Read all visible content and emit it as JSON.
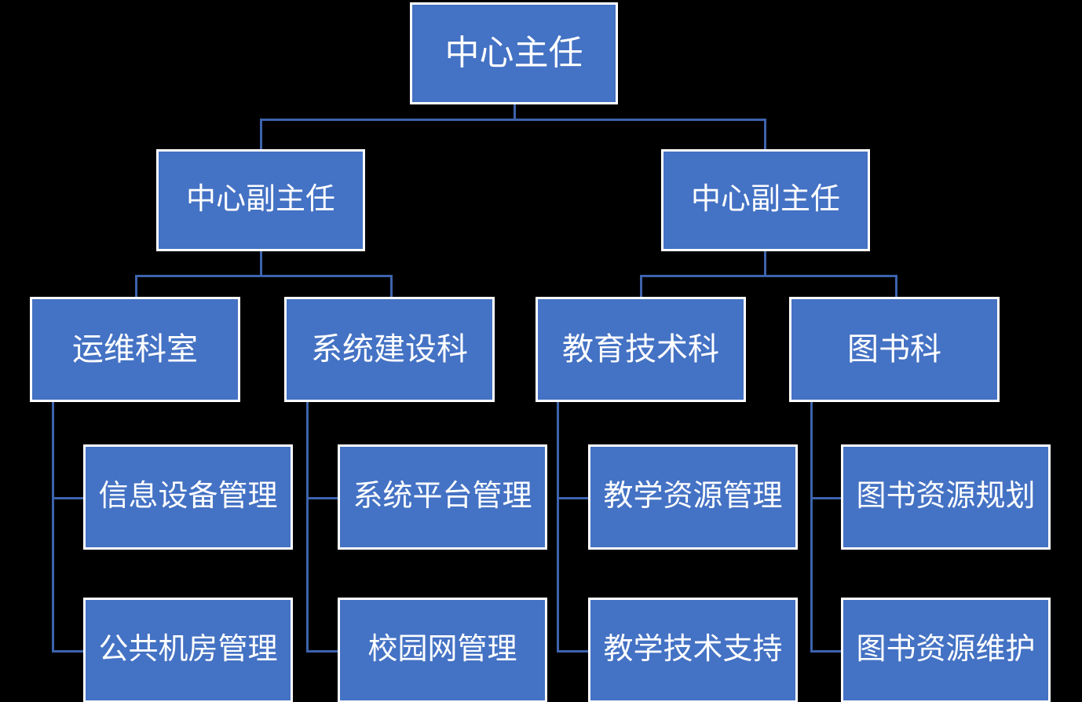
{
  "chart": {
    "title": "",
    "type": "org-chart",
    "background_color": "#000000",
    "node_fill_color": "#4472C4",
    "node_border_color": "#FFFFFF",
    "node_text_color": "#FFFFFF",
    "connector_color": "#3D63AD"
  },
  "nodes": {
    "director": {
      "label": "中心主任",
      "level": 1
    },
    "deputy_left": {
      "label": "中心副主任",
      "level": 2
    },
    "deputy_right": {
      "label": "中心副主任",
      "level": 2
    },
    "section_ops": {
      "label": "运维科室",
      "level": 3
    },
    "section_sysbuild": {
      "label": "系统建设科",
      "level": 3
    },
    "section_edutech": {
      "label": "教育技术科",
      "level": 3
    },
    "section_library": {
      "label": "图书科",
      "level": 3
    },
    "task_equipment": {
      "label": "信息设备管理",
      "level": 4
    },
    "task_publiclab": {
      "label": "公共机房管理",
      "level": 4
    },
    "task_platform": {
      "label": "系统平台管理",
      "level": 4
    },
    "task_campusnet": {
      "label": "校园网管理",
      "level": 4
    },
    "task_teachres": {
      "label": "教学资源管理",
      "level": 4
    },
    "task_teachsupport": {
      "label": "教学技术支持",
      "level": 4
    },
    "task_libplan": {
      "label": "图书资源规划",
      "level": 4
    },
    "task_libmaint": {
      "label": "图书资源维护",
      "level": 4
    }
  },
  "hierarchy": [
    {
      "parent": "director",
      "children": [
        "deputy_left",
        "deputy_right"
      ]
    },
    {
      "parent": "deputy_left",
      "children": [
        "section_ops",
        "section_sysbuild"
      ]
    },
    {
      "parent": "deputy_right",
      "children": [
        "section_edutech",
        "section_library"
      ]
    },
    {
      "parent": "section_ops",
      "children": [
        "task_equipment",
        "task_publiclab"
      ]
    },
    {
      "parent": "section_sysbuild",
      "children": [
        "task_platform",
        "task_campusnet"
      ]
    },
    {
      "parent": "section_edutech",
      "children": [
        "task_teachres",
        "task_teachsupport"
      ]
    },
    {
      "parent": "section_library",
      "children": [
        "task_libplan",
        "task_libmaint"
      ]
    }
  ]
}
